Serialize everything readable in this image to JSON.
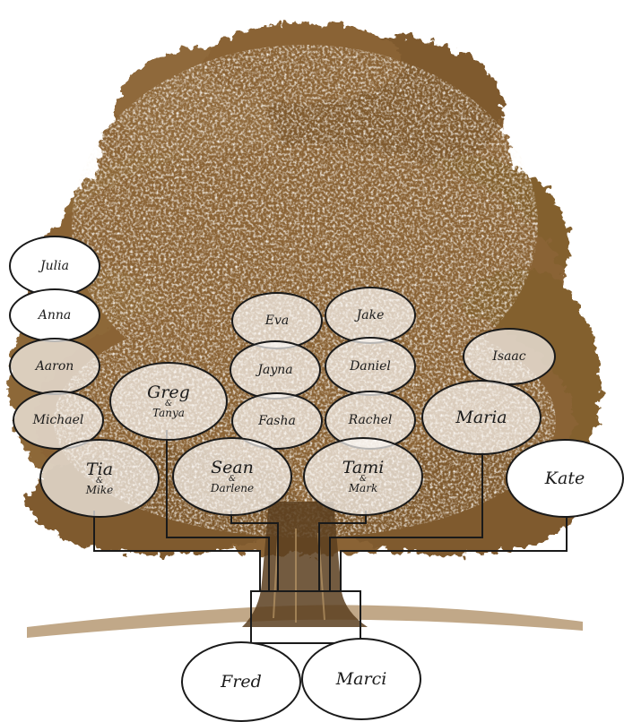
{
  "people": {
    "fred": "Fred",
    "marci": "Marci",
    "julia": "Julia",
    "anna": "Anna",
    "aaron": "Aaron",
    "michael": "Michael",
    "tia": "Tia",
    "mike": "Mike",
    "greg": "Greg",
    "tanya": "Tanya",
    "sean": "Sean",
    "darlene": "Darlene",
    "eva": "Eva",
    "jayna": "Jayna",
    "fasha": "Fasha",
    "jake": "Jake",
    "daniel": "Daniel",
    "rachel": "Rachel",
    "tami": "Tami",
    "mark": "Mark",
    "isaac": "Isaac",
    "maria": "Maria",
    "kate": "Kate"
  },
  "ampersand": "&",
  "colors": {
    "tree_foliage": "#8a6436",
    "tree_dark": "#5a3e1e",
    "tree_light": "#c4a26e",
    "connector": "#1a1a1a",
    "node_border": "#1a1a1a"
  }
}
